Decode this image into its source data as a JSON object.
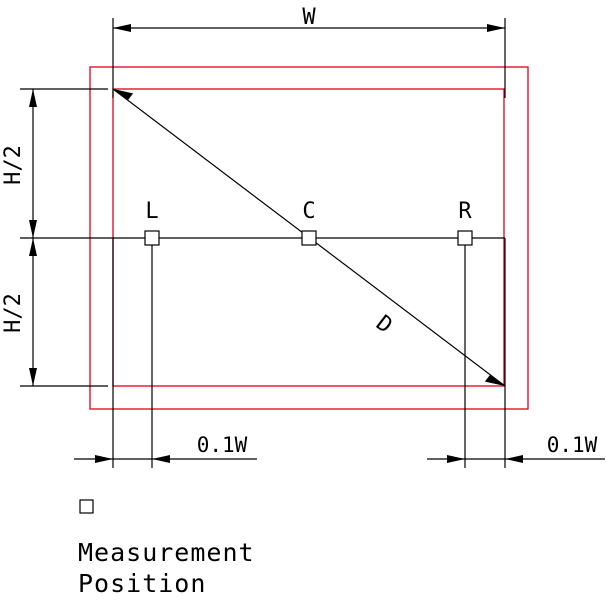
{
  "labels": {
    "width": "W",
    "half_height_top": "H/2",
    "half_height_bottom": "H/2",
    "diagonal": "D",
    "left_point": "L",
    "center_point": "C",
    "right_point": "R",
    "offset_left": "0.1W",
    "offset_right": "0.1W"
  },
  "legend": {
    "line1": "Measurement",
    "line2": "Position"
  },
  "colors": {
    "screen_outline": "#e0001a",
    "dimension_lines": "#000000"
  }
}
